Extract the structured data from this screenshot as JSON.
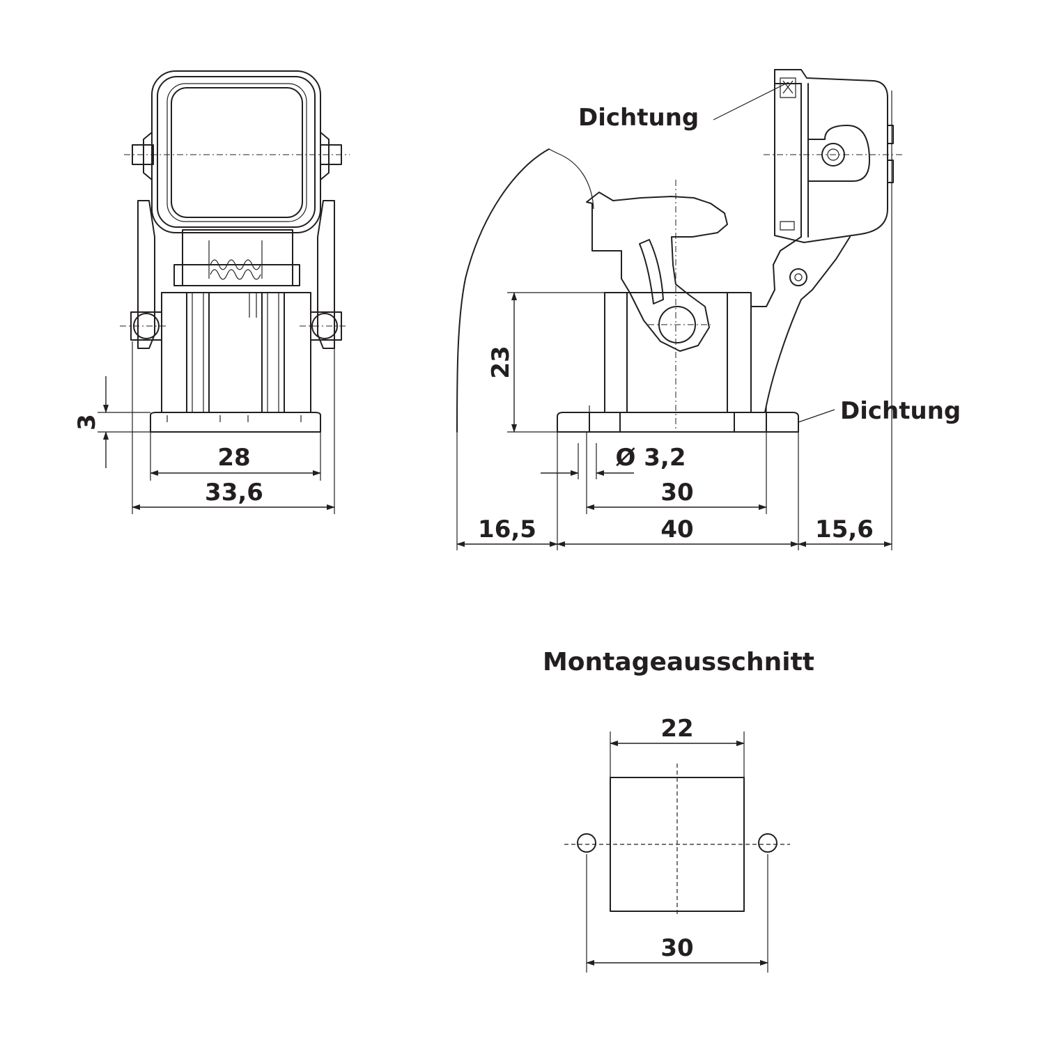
{
  "labels": {
    "seal_top": "Dichtung",
    "seal_base": "Dichtung",
    "cutout_title": "Montageausschnitt"
  },
  "dimensions": {
    "front_thickness": "3",
    "front_inner_width": "28",
    "front_outer_width": "33,6",
    "side_height": "23",
    "side_hole_diameter": "Ø 3,2",
    "side_hole_spacing": "30",
    "side_left_overhang": "16,5",
    "side_base_length": "40",
    "side_right_overhang": "15,6",
    "cutout_width": "22",
    "cutout_hole_spacing": "30"
  }
}
